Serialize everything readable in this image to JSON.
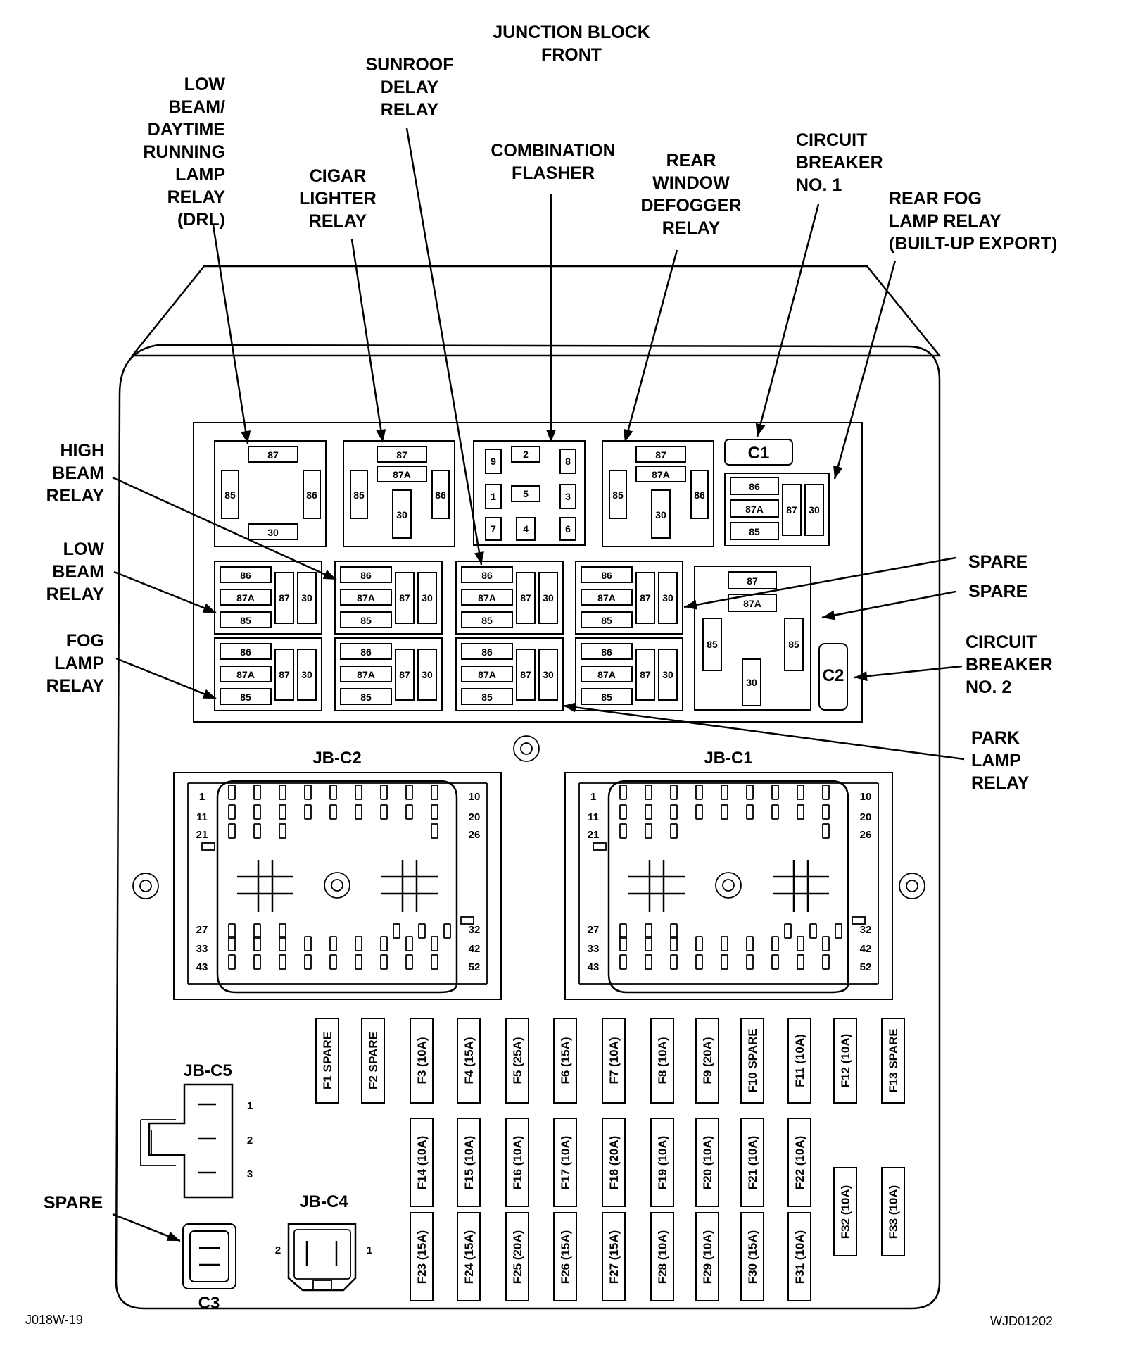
{
  "title": [
    "JUNCTION BLOCK",
    "FRONT"
  ],
  "callouts": {
    "low_beam_drl": [
      "LOW",
      "BEAM/",
      "DAYTIME",
      "RUNNING",
      "LAMP",
      "RELAY",
      "(DRL)"
    ],
    "cigar_lighter": [
      "CIGAR",
      "LIGHTER",
      "RELAY"
    ],
    "sunroof_delay": [
      "SUNROOF",
      "DELAY",
      "RELAY"
    ],
    "combination_flasher": [
      "COMBINATION",
      "FLASHER"
    ],
    "rear_window_defogger": [
      "REAR",
      "WINDOW",
      "DEFOGGER",
      "RELAY"
    ],
    "circuit_breaker_1": [
      "CIRCUIT",
      "BREAKER",
      "NO. 1"
    ],
    "rear_fog_lamp": [
      "REAR FOG",
      "LAMP RELAY",
      "(BUILT-UP EXPORT)"
    ],
    "high_beam": [
      "HIGH",
      "BEAM",
      "RELAY"
    ],
    "low_beam": [
      "LOW",
      "BEAM",
      "RELAY"
    ],
    "fog_lamp": [
      "FOG",
      "LAMP",
      "RELAY"
    ],
    "spare_1": [
      "SPARE"
    ],
    "spare_2": [
      "SPARE"
    ],
    "circuit_breaker_2": [
      "CIRCUIT",
      "BREAKER",
      "NO. 2"
    ],
    "park_lamp": [
      "PARK",
      "LAMP",
      "RELAY"
    ],
    "spare_c3": [
      "SPARE"
    ]
  },
  "terminals": {
    "t87": "87",
    "t87a": "87A",
    "t86": "86",
    "t85": "85",
    "t30": "30",
    "c1": "C1",
    "c2": "C2",
    "flasher": [
      "9",
      "2",
      "8",
      "1",
      "5",
      "3",
      "7",
      "4",
      "6"
    ]
  },
  "connectors": {
    "jbc2": "JB-C2",
    "jbc1": "JB-C1",
    "jbc5": "JB-C5",
    "jbc4": "JB-C4",
    "c3": "C3",
    "pins_left": [
      "1",
      "11",
      "21",
      "27",
      "33",
      "43"
    ],
    "pins_right": [
      "10",
      "20",
      "26",
      "32",
      "42",
      "52"
    ],
    "c5_pins": [
      "1",
      "2",
      "3"
    ],
    "c4_pins": [
      "2",
      "1"
    ]
  },
  "fuses": {
    "row1": [
      "F1 SPARE",
      "F2 SPARE",
      "F3 (10A)",
      "F4 (15A)",
      "F5 (25A)",
      "F6 (15A)",
      "F7 (10A)",
      "F8 (10A)",
      "F9 (20A)",
      "F10 SPARE",
      "F11 (10A)",
      "F12 (10A)",
      "F13 SPARE"
    ],
    "row2": [
      "F14 (10A)",
      "F15 (10A)",
      "F16 (10A)",
      "F17 (10A)",
      "F18 (20A)",
      "F19 (10A)",
      "F20 (10A)",
      "F21 (10A)",
      "F22 (10A)",
      "F32 (10A)",
      "F33 (10A)"
    ],
    "row3": [
      "F23 (15A)",
      "F24 (15A)",
      "F25 (20A)",
      "F26 (15A)",
      "F27 (15A)",
      "F28 (10A)",
      "F29 (10A)",
      "F30 (15A)",
      "F31 (10A)"
    ]
  },
  "refs": {
    "left": "J018W-19",
    "right": "WJD01202"
  }
}
